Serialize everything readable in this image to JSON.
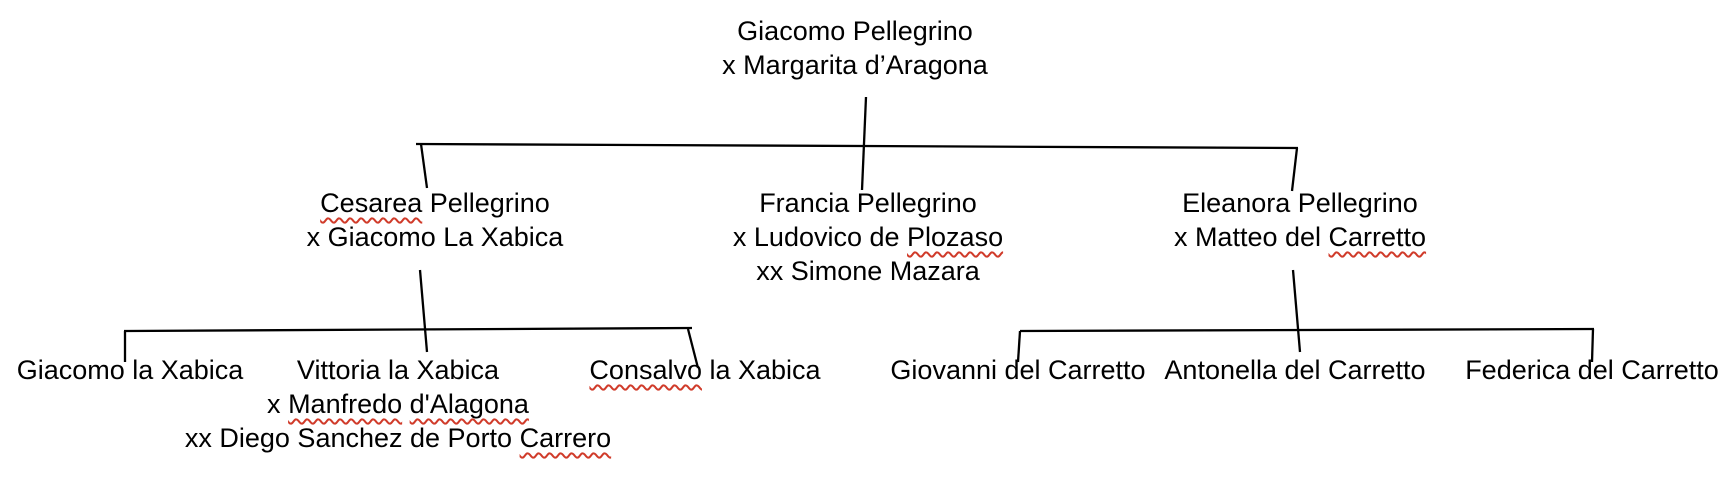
{
  "diagram": {
    "type": "family-tree",
    "colors": {
      "background": "#ffffff",
      "text": "#000000",
      "connector_lines": "#000000",
      "spellcheck_underline": "#d03b2a"
    },
    "nodes": [
      {
        "id": "giacomo-margarita",
        "generation": 1,
        "lines": [
          [
            {
              "t": "Giacomo Pellegrino",
              "m": false
            }
          ],
          [
            {
              "t": "x Margarita d’Aragona",
              "m": false
            }
          ]
        ]
      },
      {
        "id": "cesarea-pellegrino",
        "generation": 2,
        "lines": [
          [
            {
              "t": "Cesarea",
              "m": true
            },
            {
              "t": " Pellegrino",
              "m": false
            }
          ],
          [
            {
              "t": "x Giacomo La Xabica",
              "m": false
            }
          ]
        ]
      },
      {
        "id": "francia-pellegrino",
        "generation": 2,
        "lines": [
          [
            {
              "t": "Francia Pellegrino",
              "m": false
            }
          ],
          [
            {
              "t": "x Ludovico de ",
              "m": false
            },
            {
              "t": "Plozaso",
              "m": true
            }
          ],
          [
            {
              "t": "xx Simone Mazara",
              "m": false
            }
          ]
        ]
      },
      {
        "id": "eleanora-pellegrino",
        "generation": 2,
        "lines": [
          [
            {
              "t": "Eleanora Pellegrino",
              "m": false
            }
          ],
          [
            {
              "t": "x Matteo del ",
              "m": false
            },
            {
              "t": "Carretto",
              "m": true
            }
          ]
        ]
      },
      {
        "id": "giacomo-la-xabica",
        "generation": 3,
        "lines": [
          [
            {
              "t": "Giacomo la Xabica",
              "m": false
            }
          ]
        ]
      },
      {
        "id": "vittoria-la-xabica",
        "generation": 3,
        "lines": [
          [
            {
              "t": "Vittoria la Xabica",
              "m": false
            }
          ],
          [
            {
              "t": "x ",
              "m": false
            },
            {
              "t": "Manfredo",
              "m": true
            },
            {
              "t": " ",
              "m": false
            },
            {
              "t": "d'Alagona",
              "m": true
            }
          ],
          [
            {
              "t": "xx Diego Sanchez de Porto ",
              "m": false
            },
            {
              "t": "Carrero",
              "m": true
            }
          ]
        ]
      },
      {
        "id": "consalvo-la-xabica",
        "generation": 3,
        "lines": [
          [
            {
              "t": "Consalvo",
              "m": true
            },
            {
              "t": " la Xabica",
              "m": false
            }
          ]
        ]
      },
      {
        "id": "giovanni-del-carretto",
        "generation": 3,
        "lines": [
          [
            {
              "t": "Giovanni del Carretto",
              "m": false
            }
          ]
        ]
      },
      {
        "id": "antonella-del-carretto",
        "generation": 3,
        "lines": [
          [
            {
              "t": "Antonella del Carretto",
              "m": false
            }
          ]
        ]
      },
      {
        "id": "federica-del-carretto",
        "generation": 3,
        "lines": [
          [
            {
              "t": "Federica del Carretto",
              "m": false
            }
          ]
        ]
      }
    ]
  }
}
